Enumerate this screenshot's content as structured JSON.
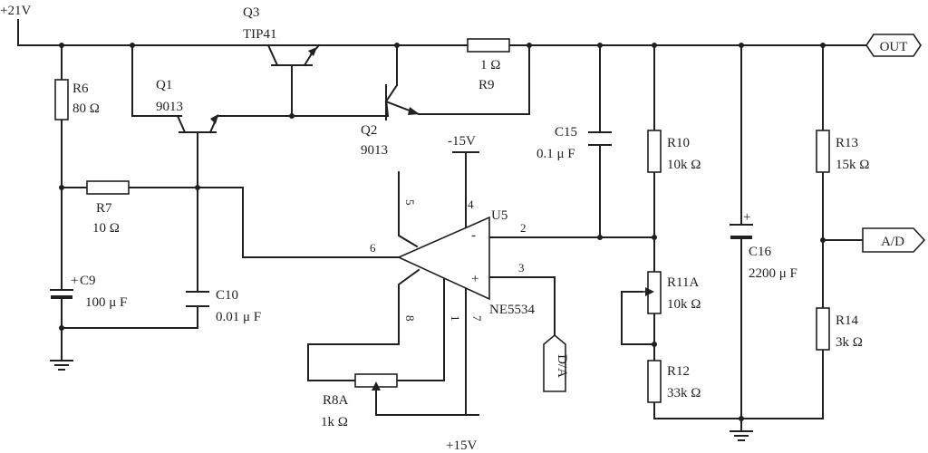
{
  "rails": {
    "v21": "+21V",
    "vneg15": "-15V",
    "vpos15": "+15V"
  },
  "components": {
    "R6": {
      "ref": "R6",
      "value": "80 Ω"
    },
    "R7": {
      "ref": "R7",
      "value": "10 Ω"
    },
    "R8A": {
      "ref": "R8A",
      "value": "1k Ω"
    },
    "R9": {
      "ref": "R9",
      "value": "1 Ω"
    },
    "R10": {
      "ref": "R10",
      "value": "10k Ω"
    },
    "R11A": {
      "ref": "R11A",
      "value": "10k Ω"
    },
    "R12": {
      "ref": "R12",
      "value": "33k Ω"
    },
    "R13": {
      "ref": "R13",
      "value": "15k Ω"
    },
    "R14": {
      "ref": "R14",
      "value": "3k Ω"
    },
    "C9": {
      "ref": "C9",
      "value": "100 μ F"
    },
    "C10": {
      "ref": "C10",
      "value": "0.01 μ F"
    },
    "C15": {
      "ref": "C15",
      "value": "0.1 μ F"
    },
    "C16": {
      "ref": "C16",
      "value": "2200 μ F"
    },
    "Q1": {
      "ref": "Q1",
      "value": "9013"
    },
    "Q2": {
      "ref": "Q2",
      "value": "9013"
    },
    "Q3": {
      "ref": "Q3",
      "value": "TIP41"
    },
    "U5": {
      "ref": "U5",
      "value": "NE5534"
    }
  },
  "pins": {
    "p1": "1",
    "p2": "2",
    "p3": "3",
    "p4": "4",
    "p5": "5",
    "p6": "6",
    "p7": "7",
    "p8": "8",
    "minus": "-",
    "plus": "+"
  },
  "polarity": {
    "plus": "+"
  },
  "ports": {
    "out": "OUT",
    "ad": "A/D",
    "da": "D/A"
  }
}
